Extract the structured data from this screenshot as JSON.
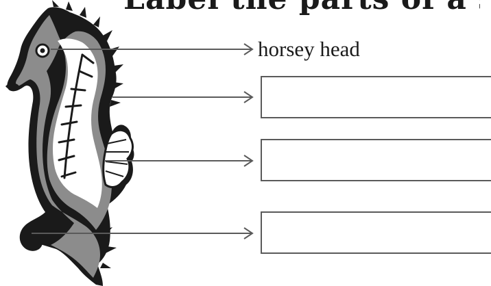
{
  "title": "Label the parts of a seahorse",
  "labels": [
    {
      "id": "head",
      "text": "horsey head",
      "filled": true
    },
    {
      "id": "body",
      "text": "",
      "filled": false
    },
    {
      "id": "fin",
      "text": "",
      "filled": false
    },
    {
      "id": "tail",
      "text": "",
      "filled": false
    }
  ],
  "colors": {
    "line": "#5a5a5a",
    "seahorse_outline": "#1a1a1a",
    "seahorse_shade": "#8c8c8c"
  }
}
